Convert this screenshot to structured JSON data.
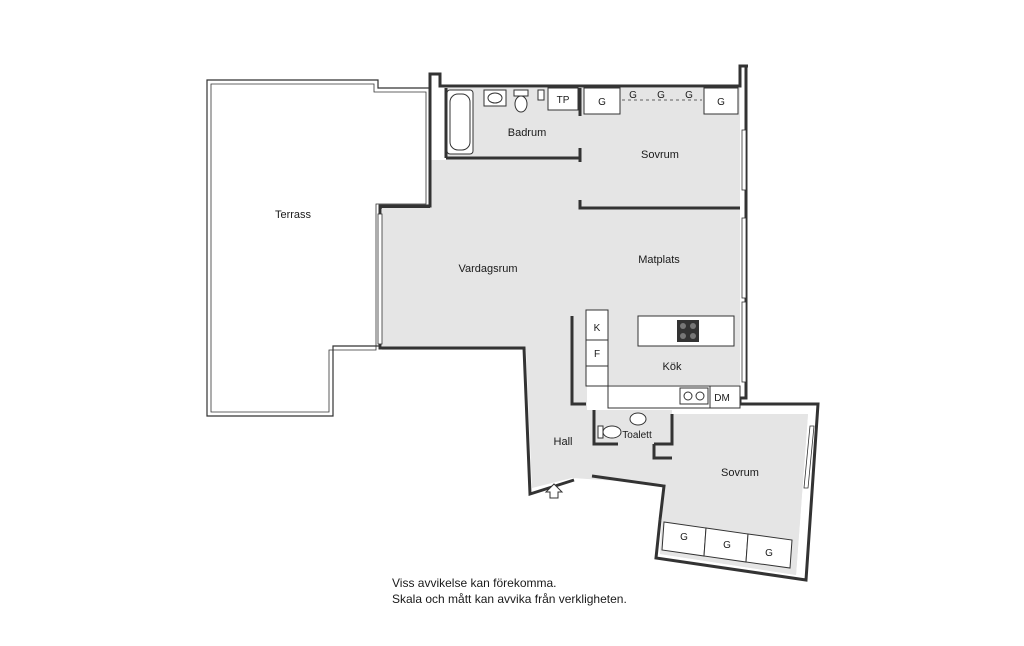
{
  "rooms": {
    "terrass": "Terrass",
    "badrum": "Badrum",
    "sovrum_top": "Sovrum",
    "vardagsrum": "Vardagsrum",
    "matplats": "Matplats",
    "kok": "Kök",
    "hall": "Hall",
    "toalett": "Toalett",
    "sovrum_bottom": "Sovrum"
  },
  "fixtures": {
    "tp": "TP",
    "wardrobe": "G",
    "fridge": "K",
    "freezer": "F",
    "dishwasher": "DM"
  },
  "disclaimer": {
    "line1": "Viss avvikelse kan förekomma.",
    "line2": "Skala och mått kan avvika från verkligheten."
  }
}
